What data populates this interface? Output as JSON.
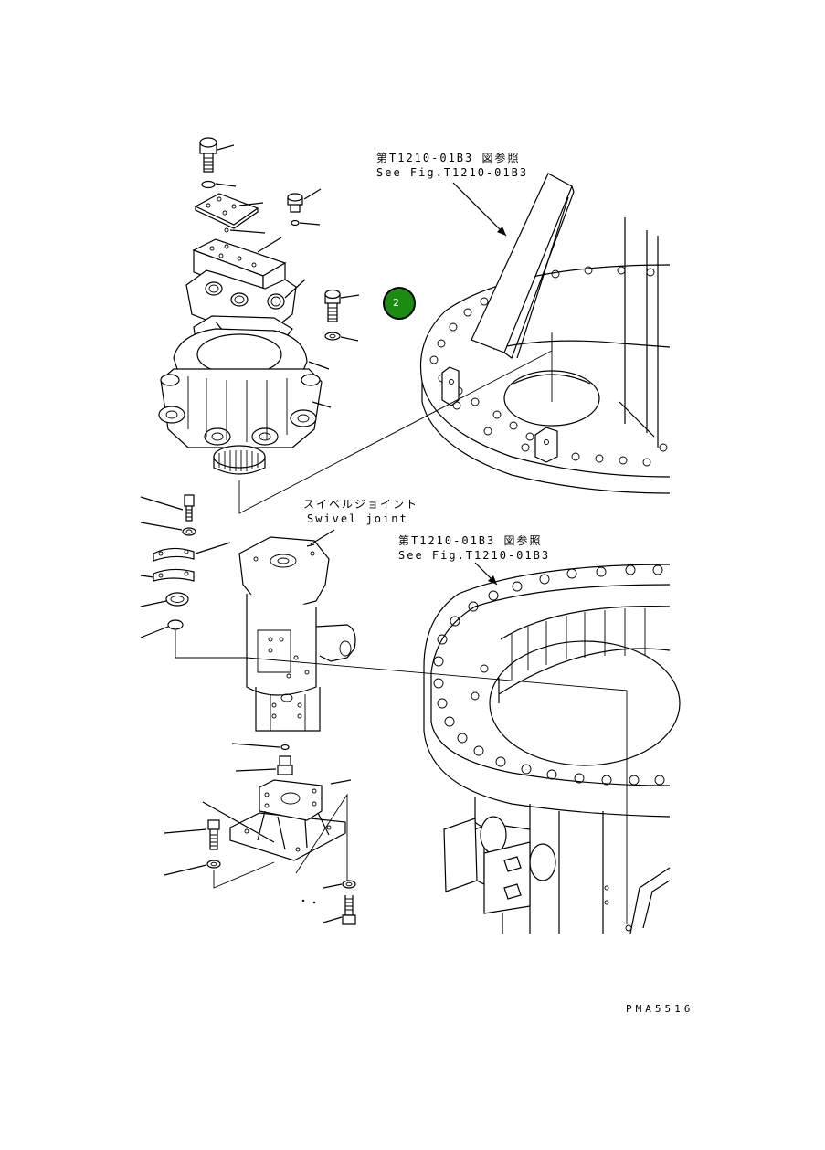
{
  "callouts": [
    {
      "jp": "第T1210-01B3 図参照",
      "en": "See Fig.T1210-01B3"
    },
    {
      "jp": "スイベルジョイント",
      "en": "Swivel joint"
    },
    {
      "jp": "第T1210-01B3 図参照",
      "en": "See Fig.T1210-01B3"
    }
  ],
  "badge": {
    "number": "2",
    "color": "#1a8c12"
  },
  "drawing_code": "PMA5516"
}
